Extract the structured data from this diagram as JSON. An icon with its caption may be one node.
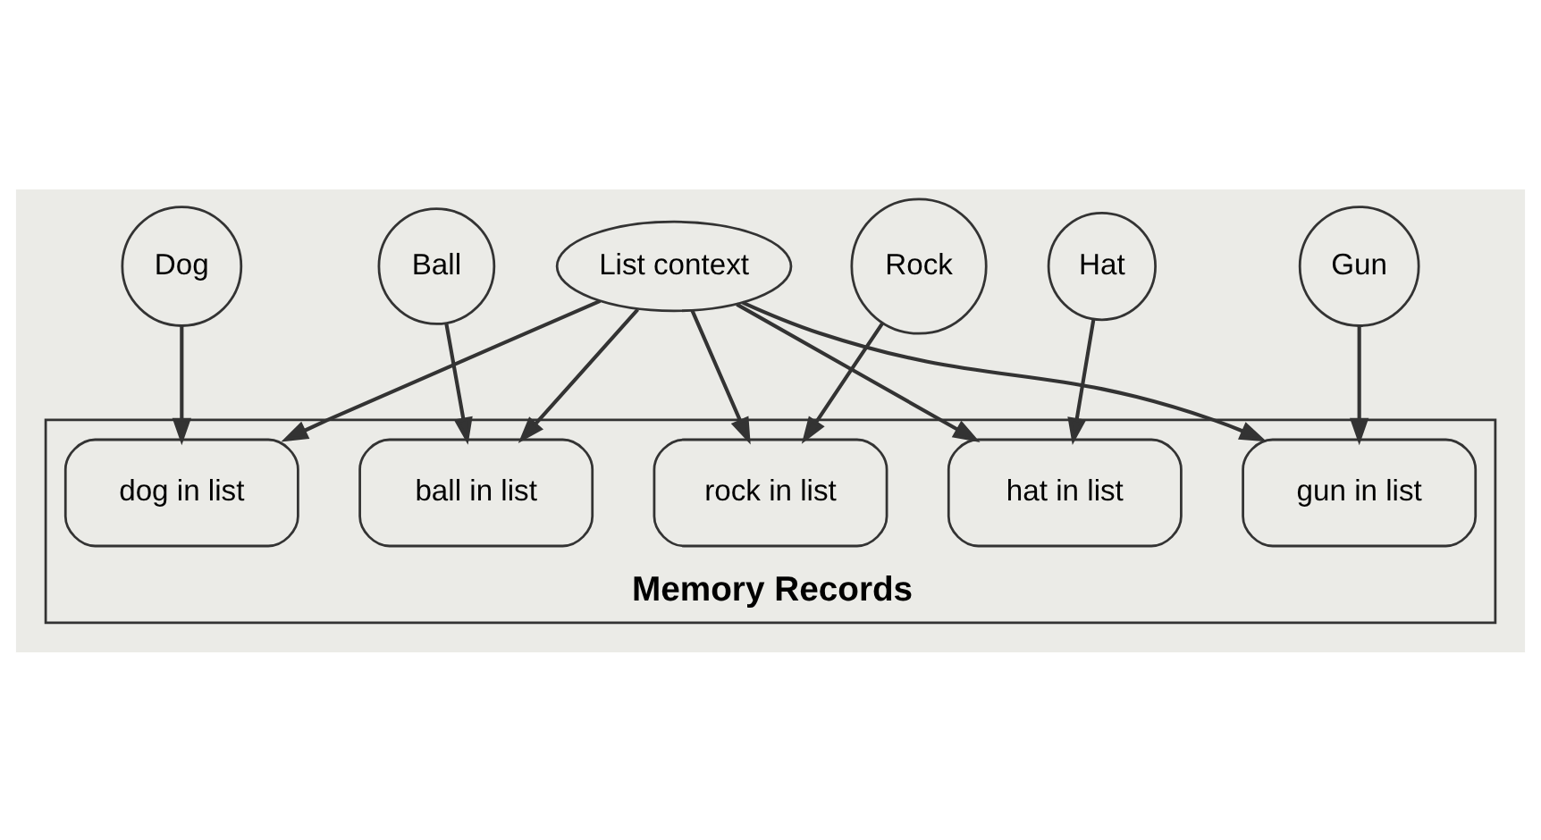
{
  "diagram": {
    "nodes": [
      {
        "text": [
          "List context"
        ]
      },
      {
        "text": [
          "Dog"
        ]
      },
      {
        "text": [
          "Ball"
        ]
      },
      {
        "text": [
          "Rock"
        ]
      },
      {
        "text": [
          "Hat"
        ]
      },
      {
        "text": [
          "Gun"
        ]
      },
      {
        "text": [
          "Memory Records"
        ]
      },
      {
        "text": [
          "dog in list"
        ],
        "in": 6
      },
      {
        "text": [
          "ball in list"
        ],
        "in": 6
      },
      {
        "text": [
          "rock in list"
        ],
        "in": 6
      },
      {
        "text": [
          "hat in list"
        ],
        "in": 6
      },
      {
        "text": [
          "gun in list"
        ],
        "in": 6
      }
    ],
    "edges": [
      {
        "from": 0,
        "to": 7,
        "arrow": "to"
      },
      {
        "from": 0,
        "to": 8,
        "arrow": "to"
      },
      {
        "from": 0,
        "to": 9,
        "arrow": "to"
      },
      {
        "from": 0,
        "to": 10,
        "arrow": "to"
      },
      {
        "from": 0,
        "to": 11,
        "arrow": "to"
      },
      {
        "from": 1,
        "to": 7,
        "arrow": "to"
      },
      {
        "from": 2,
        "to": 8,
        "arrow": "to"
      },
      {
        "from": 3,
        "to": 9,
        "arrow": "to"
      },
      {
        "from": 4,
        "to": 10,
        "arrow": "to"
      },
      {
        "from": 5,
        "to": 11,
        "arrow": "to"
      }
    ]
  }
}
